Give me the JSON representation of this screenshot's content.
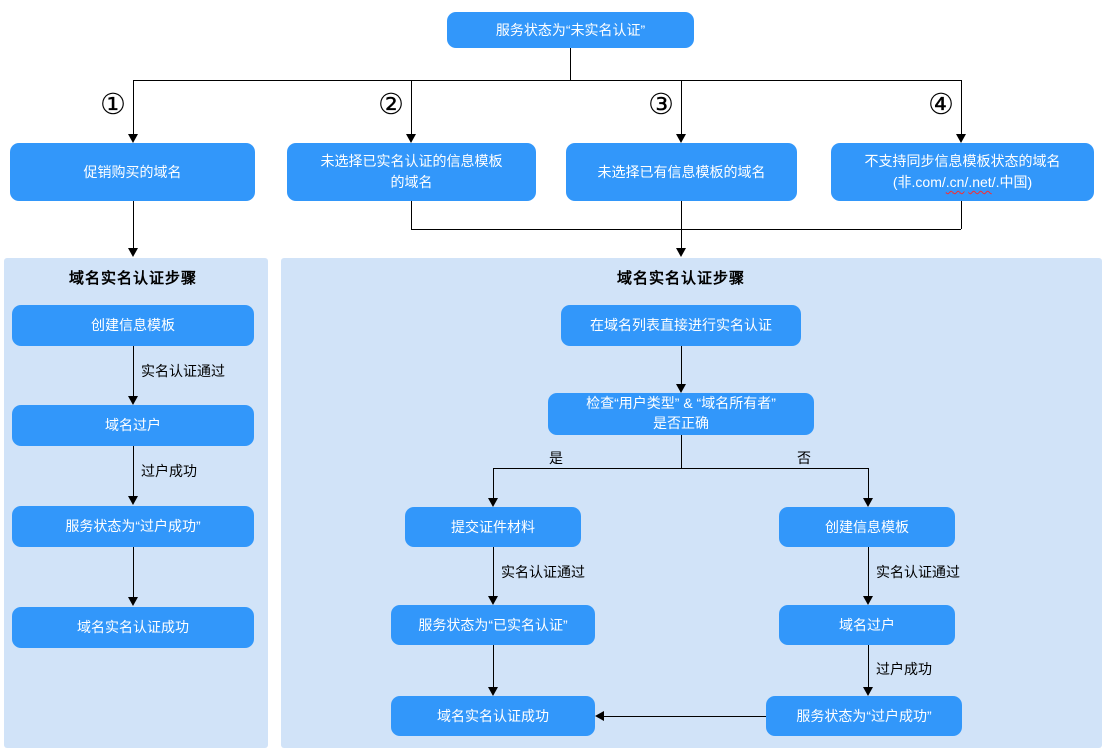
{
  "colors": {
    "box_blue": "#3297fa",
    "panel_bg": "#d1e3f8",
    "line_color": "#000000",
    "wavy_red": "#ff2a2a"
  },
  "top": {
    "label": "服务状态为“未实名认证”"
  },
  "branch_numbers": [
    "①",
    "②",
    "③",
    "④"
  ],
  "branches": {
    "b1": {
      "line1": "促销购买的域名"
    },
    "b2": {
      "line1": "未选择已实名认证的信息模板",
      "line2": "的域名"
    },
    "b3": {
      "line1": "未选择已有信息模板的域名"
    },
    "b4": {
      "line1": "不支持同步信息模板状态的域名",
      "line2_prefix": "(非.com/",
      "line2_wavy1": ".cn",
      "line2_mid": "/",
      "line2_wavy2": ".net",
      "line2_suffix": "/.中国)"
    }
  },
  "left_panel": {
    "header": "域名实名认证步骤",
    "step1": "创建信息模板",
    "edge1": "实名认证通过",
    "step2": "域名过户",
    "edge2": "过户成功",
    "step3": "服务状态为“过户成功”",
    "step4": "域名实名认证成功"
  },
  "right_panel": {
    "header": "域名实名认证步骤",
    "step1": "在域名列表直接进行实名认证",
    "check": {
      "line1": "检查“用户类型” & “域名所有者”",
      "line2": "是否正确"
    },
    "yes_label": "是",
    "no_label": "否",
    "yes_branch": {
      "step1": "提交证件材料",
      "edge1": "实名认证通过",
      "step2": "服务状态为“已实名认证”",
      "step3": "域名实名认证成功"
    },
    "no_branch": {
      "step1": "创建信息模板",
      "edge1": "实名认证通过",
      "step2": "域名过户",
      "edge2": "过户成功",
      "step3": "服务状态为“过户成功”"
    }
  }
}
